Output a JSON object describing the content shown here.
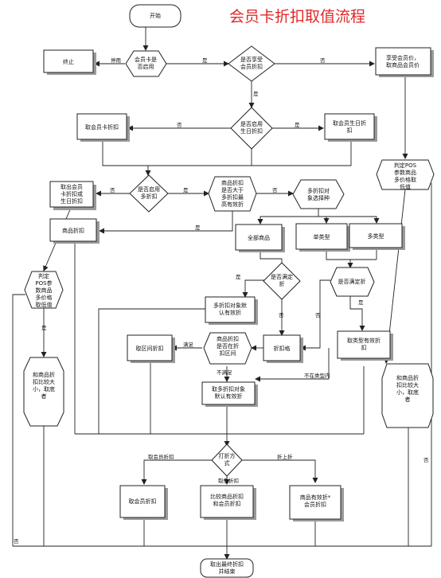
{
  "title": "会员卡折扣取值流程",
  "nodes": {
    "start": "开始",
    "end_left": "终止",
    "q_card_enabled": "会员卡是|否启用",
    "q_enjoy_member_discount": "是否享受|会员折扣",
    "take_member_price": "享受会员价，|取商品会员价",
    "take_card_discount": "取会员卡折扣",
    "q_birthday_discount": "是否启用|生日折扣",
    "take_birthday_discount": "取会员生日折|扣",
    "pos_param_right": "判定POS|参数商品|多价格取|低值",
    "take_card_or_birthday": "取出会员|卡折扣或|生日折扣",
    "q_multi_discount": "是否启用|多折扣",
    "q_goods_gt_multi": "商品折扣|是否大于|多折扣最|高有效折",
    "multi_discount_choose": "多折扣对|象选择种",
    "take_goods_discount": "商品折扣",
    "all_goods": "全部商品",
    "single_category": "单类型",
    "multi_category": "多类型",
    "pos_param_left": "判定|POS参|数商品|多价格|取低值",
    "q_set_discount_a": "是否满定|折",
    "q_set_discount_b": "是否满定折",
    "multi_default_valid": "多折扣对象默|认有效折",
    "discount_cell": "折扣格",
    "take_category_valid": "取类型有效折|扣",
    "take_range_discount": "取区间折扣",
    "q_in_range": "商品折扣|是否在折|扣区间",
    "multi_obj_default": "取多折扣对象|默认有效折",
    "compare_left": "和商品折|扣比较大|小，取底|者",
    "compare_right": "和商品折|扣比较大|小，取底|者",
    "discount_method": "打折方|式",
    "take_member_discount_final": "取会员折扣",
    "compare_member": "比较商品折扣|和会员折扣",
    "goods_valid_member": "商品有效折*|会员折扣",
    "final_end": "取出最终折扣|并结束"
  },
  "edges": {
    "no_use": "停用",
    "yes": "是",
    "no": "否",
    "satisfied": "满足",
    "not_satisfied": "不满足",
    "not_in_category": "不在类型内",
    "by_member": "取会员折扣",
    "by_compare": "取低折扣",
    "by_multiply": "折上折"
  }
}
